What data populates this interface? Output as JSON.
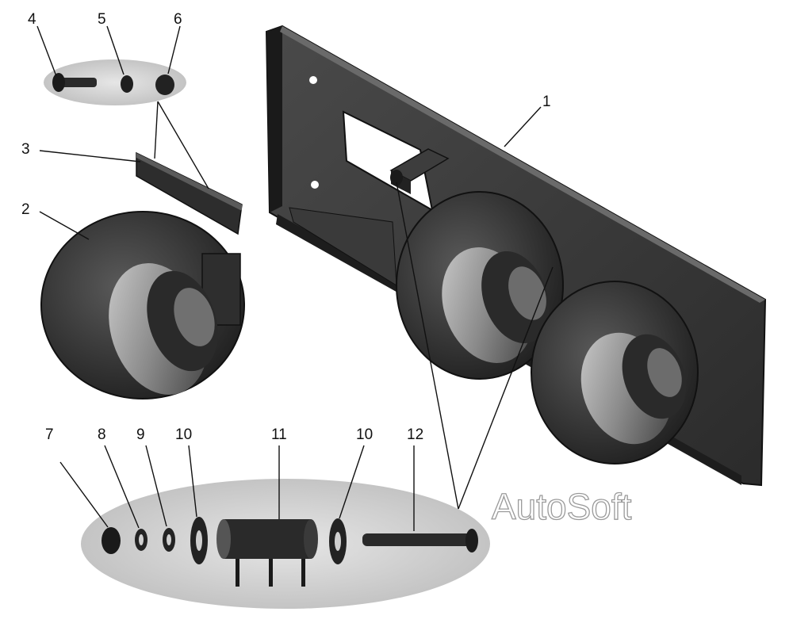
{
  "callouts": {
    "c1": "1",
    "c2": "2",
    "c3": "3",
    "c4": "4",
    "c5": "5",
    "c6": "6",
    "c7": "7",
    "c8": "8",
    "c9": "9",
    "c10a": "10",
    "c10b": "10",
    "c11": "11",
    "c12": "12"
  },
  "watermark": "AutoSoft",
  "colors": {
    "part_dark": "#2a2a2a",
    "part_mid": "#555555",
    "part_light": "#b9b9b9",
    "ellipse_fill": "#d9d9d9",
    "line": "#111111"
  }
}
